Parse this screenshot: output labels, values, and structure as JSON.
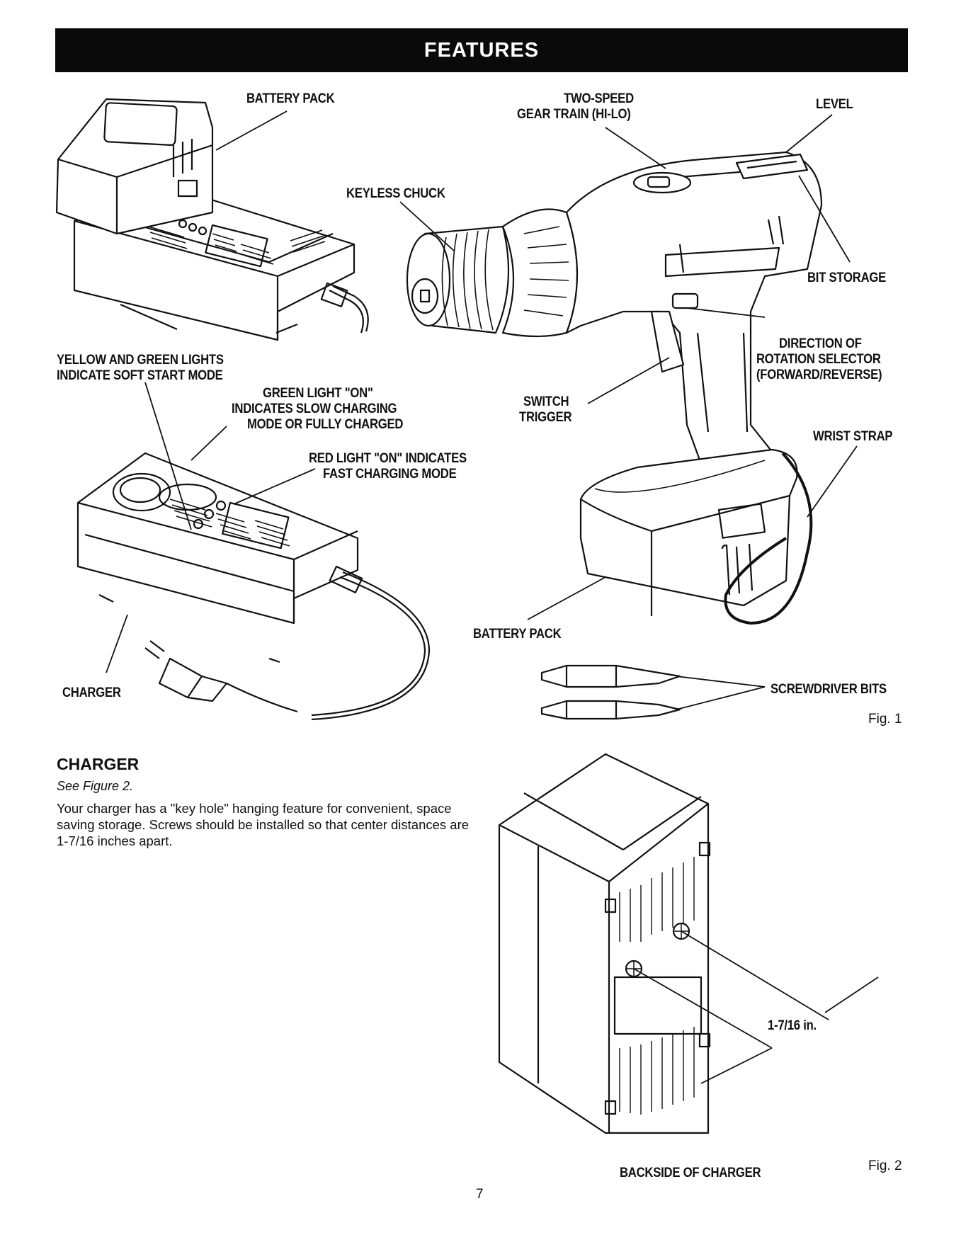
{
  "header": {
    "title": "FEATURES"
  },
  "fig1": {
    "labels": {
      "battery_pack_top": "BATTERY PACK",
      "two_speed_1": "TWO-SPEED",
      "two_speed_2": "GEAR TRAIN (HI-LO)",
      "level": "LEVEL",
      "keyless_chuck": "KEYLESS CHUCK",
      "bit_storage": "BIT STORAGE",
      "yellow_green_1": "YELLOW AND GREEN LIGHTS",
      "yellow_green_2": "INDICATE SOFT START MODE",
      "direction_1": "DIRECTION OF",
      "direction_2": "ROTATION SELECTOR",
      "direction_3": "(FORWARD/REVERSE)",
      "green_light_1": "GREEN LIGHT \"ON\"",
      "green_light_2": "INDICATES SLOW CHARGING",
      "green_light_3": "MODE OR FULLY CHARGED",
      "switch_1": "SWITCH",
      "switch_2": "TRIGGER",
      "wrist_strap": "WRIST STRAP",
      "red_light_1": "RED LIGHT \"ON\" INDICATES",
      "red_light_2": "FAST CHARGING MODE",
      "battery_pack_bottom": "BATTERY PACK",
      "charger": "CHARGER",
      "screwdriver_bits": "SCREWDRIVER BITS",
      "fig": "Fig. 1"
    }
  },
  "charger_section": {
    "title": "CHARGER",
    "see": "See Figure 2.",
    "text": "Your charger has a \"key hole\" hanging feature for convenient, space saving storage. Screws should be installed so that center distances are 1-7/16 inches apart."
  },
  "fig2": {
    "dimension": "1-7/16 in.",
    "caption": "BACKSIDE OF CHARGER",
    "fig": "Fig. 2"
  },
  "footer": {
    "page": "7"
  }
}
